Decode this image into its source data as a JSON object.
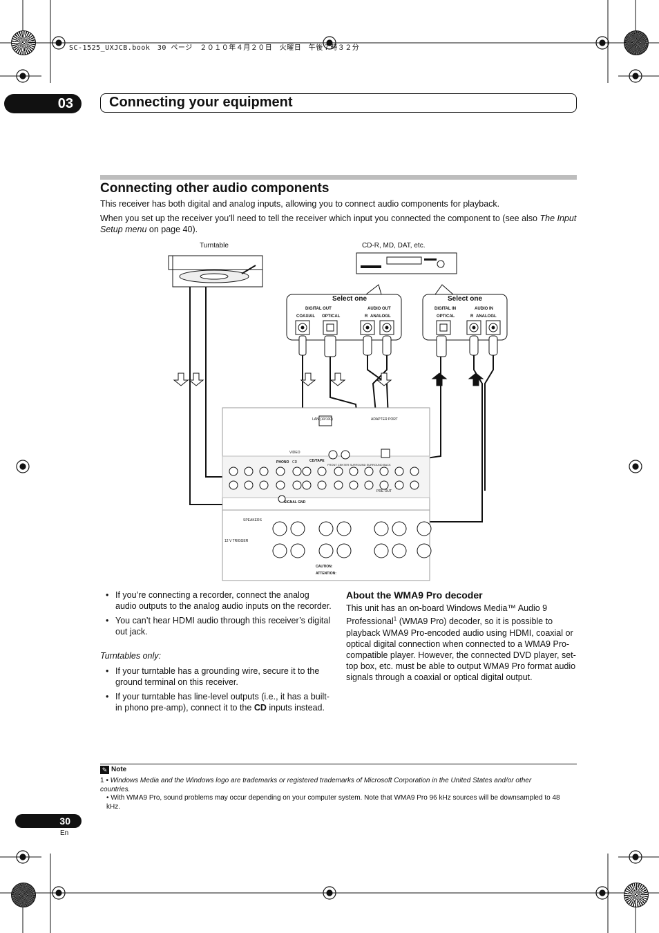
{
  "print_header": "SC-1525_UXJCB.book　30 ページ　２０１０年４月２０日　火曜日　午後７時３２分",
  "chapter": {
    "number": "03",
    "title": "Connecting your equipment"
  },
  "section": {
    "title": "Connecting other audio components",
    "intro1": "This receiver has both digital and analog inputs, allowing you to connect audio components for playback.",
    "intro2_pre": "When you set up the receiver you’ll need to tell the receiver which input you connected the component to (see also ",
    "intro2_italic": "The Input Setup menu",
    "intro2_post": " on page 40)."
  },
  "diagram": {
    "turntable_label": "Turntable",
    "recorder_label": "CD-R, MD, DAT, etc.",
    "select_one_left": "Select one",
    "select_one_right": "Select one",
    "digital_out": "DIGITAL OUT",
    "coaxial": "COAXIAL",
    "optical": "OPTICAL",
    "audio_out": "AUDIO OUT",
    "analog": "ANALOG",
    "r": "R",
    "l": "L",
    "digital_in": "DIGITAL IN",
    "audio_in": "AUDIO IN",
    "lan": "LAN (10/100)",
    "adapter_port": "ADAPTER PORT",
    "video": "VIDEO",
    "phono": "PHONO",
    "cd": "CD",
    "cd_tape": "CD/TAPE",
    "signal_gnd": "SIGNAL GND",
    "pre_out": "PRE OUT",
    "speakers": "SPEAKERS",
    "trigger": "12 V TRIGGER",
    "caution": "CAUTION:",
    "attention": "ATTENTION:",
    "front_labels": "FRONT  CENTER  SURROUND  SURROUND BACK"
  },
  "bullets_a": [
    "If you’re connecting a recorder, connect the analog audio outputs to the analog audio inputs on the recorder.",
    "You can’t hear HDMI audio through this receiver’s digital out jack."
  ],
  "turntables_heading": "Turntables only:",
  "bullets_b": [
    "If your turntable has a grounding wire, secure it to the ground terminal on this receiver."
  ],
  "bullet_c": {
    "pre": "If your turntable has line-level outputs (i.e., it has a built-in phono pre-amp), connect it to the ",
    "bold": "CD",
    "post": " inputs instead."
  },
  "wma9": {
    "heading": "About the WMA9 Pro decoder",
    "pre": "This unit has an on-board Windows Media™ Audio 9 Professional",
    "sup": "1",
    "post": " (WMA9 Pro) decoder, so it is possible to playback WMA9 Pro-encoded audio using HDMI, coaxial or optical digital connection when connected to a WMA9 Pro-compatible player. However, the connected DVD player, set-top box, etc. must be able to output WMA9 Pro format audio signals through a coaxial or optical digital output."
  },
  "note": {
    "label": "Note",
    "line1_num": "1",
    "line1_text": "• Windows Media and the Windows logo are trademarks or registered trademarks of Microsoft Corporation in the United States and/or other countries.",
    "line2_text": "• With WMA9 Pro, sound problems may occur depending on your computer system. Note that WMA9 Pro 96 kHz sources will be downsampled to 48 kHz."
  },
  "page": {
    "number": "30",
    "lang": "En"
  }
}
